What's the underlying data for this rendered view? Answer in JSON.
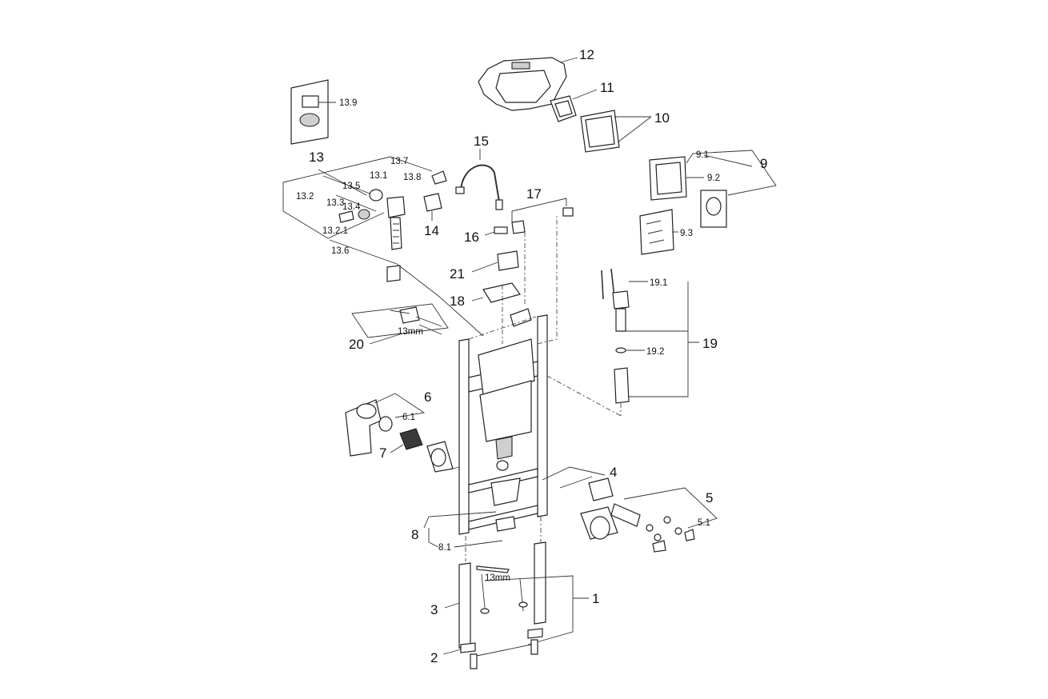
{
  "diagram": {
    "labels": {
      "l1": "1",
      "l2": "2",
      "l3": "3",
      "l4": "4",
      "l5": "5",
      "l5_1": "5.1",
      "l6": "6",
      "l6_1": "6.1",
      "l7": "7",
      "l8": "8",
      "l8_1": "8.1",
      "l9": "9",
      "l9_1": "9.1",
      "l9_2": "9.2",
      "l9_3": "9.3",
      "l10": "10",
      "l11": "11",
      "l12": "12",
      "l13": "13",
      "l13_1": "13.1",
      "l13_2": "13.2",
      "l13_2_1": "13.2.1",
      "l13_3": "13.3",
      "l13_4": "13.4",
      "l13_5": "13.5",
      "l13_6": "13.6",
      "l13_7": "13.7",
      "l13_8": "13.8",
      "l13_9": "13.9",
      "l14": "14",
      "l15": "15",
      "l16": "16",
      "l17": "17",
      "l18": "18",
      "l19": "19",
      "l19_1": "19.1",
      "l19_2": "19.2",
      "l20": "20",
      "l21": "21"
    },
    "tool_note_a": "13mm",
    "tool_note_b": "13mm"
  }
}
